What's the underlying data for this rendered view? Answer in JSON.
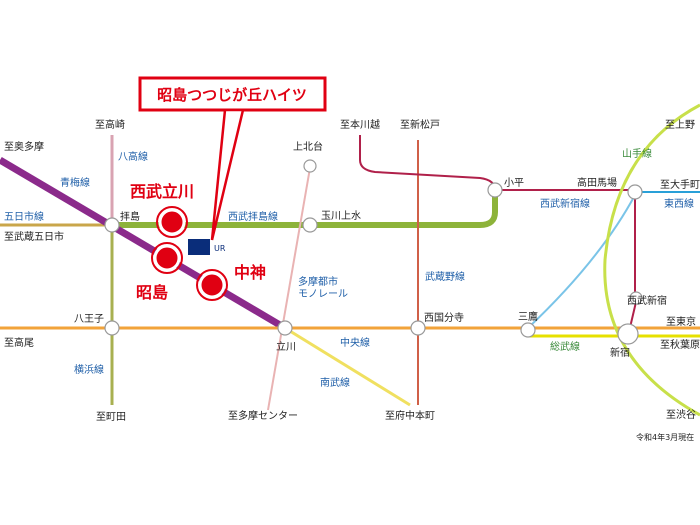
{
  "title_box": {
    "text": "昭島つつじが丘ハイツ"
  },
  "highlight_stations": {
    "nishi_tachikawa": "西武立川",
    "akishima": "昭島",
    "nakagami": "中神"
  },
  "logo": {
    "text": "UR"
  },
  "stations": {
    "haijima": "拝島",
    "tamagawa_josui": "玉川上水",
    "kamikitadai": "上北台",
    "hachioji": "八王子",
    "tachikawa": "立川",
    "nishikokubunji": "西国分寺",
    "mitaka": "三鷹",
    "shinjuku": "新宿",
    "kodaira": "小平",
    "takadanobaba": "高田馬場",
    "seibu_shinjuku": "西武新宿"
  },
  "directions": {
    "to_takasaki": "至高崎",
    "to_okutama": "至奥多摩",
    "to_musashi_itsukaichi": "至武蔵五日市",
    "to_takao": "至高尾",
    "to_machida": "至町田",
    "to_tama_center": "至多摩センター",
    "to_fuchu_hommachi": "至府中本町",
    "to_hon_kawagoe": "至本川越",
    "to_shin_matsudo": "至新松戸",
    "to_ueno": "至上野",
    "to_otemachi": "至大手町",
    "to_tokyo": "至東京",
    "to_akihabara": "至秋葉原",
    "to_shibuya": "至渋谷"
  },
  "lines": {
    "hachiko": "八高線",
    "ome": "青梅線",
    "itsukaichi": "五日市線",
    "seibu_haijima": "西武拝島線",
    "tama_monorail": "多摩都市\nモノレール",
    "musashino": "武蔵野線",
    "chuo": "中央線",
    "nambu": "南武線",
    "yokohama": "横浜線",
    "sobu": "総武線",
    "seibu_shinjuku_line": "西武新宿線",
    "yamanote": "山手線",
    "tozai": "東西線"
  },
  "note": "令和4年3月現在",
  "colors": {
    "ome_purple": "#8b2a8b",
    "seibu_green": "#8db33a",
    "hachiko_pink": "#d9a3b2",
    "chuo_orange": "#f2a33a",
    "nambu_yellow": "#f0e060",
    "monorail_pink": "#e9b3b3",
    "musashino_red": "#d06048",
    "kodaira_red": "#b0204a",
    "sobu_yellow": "#e6e000",
    "blue_line": "#7ac4e8",
    "yamanote_green": "#c8e04a",
    "tozai_blue": "#29a0d8",
    "accent_red": "#e00012",
    "label_blue": "#1f5fa8",
    "label_green": "#3a8a3a"
  }
}
